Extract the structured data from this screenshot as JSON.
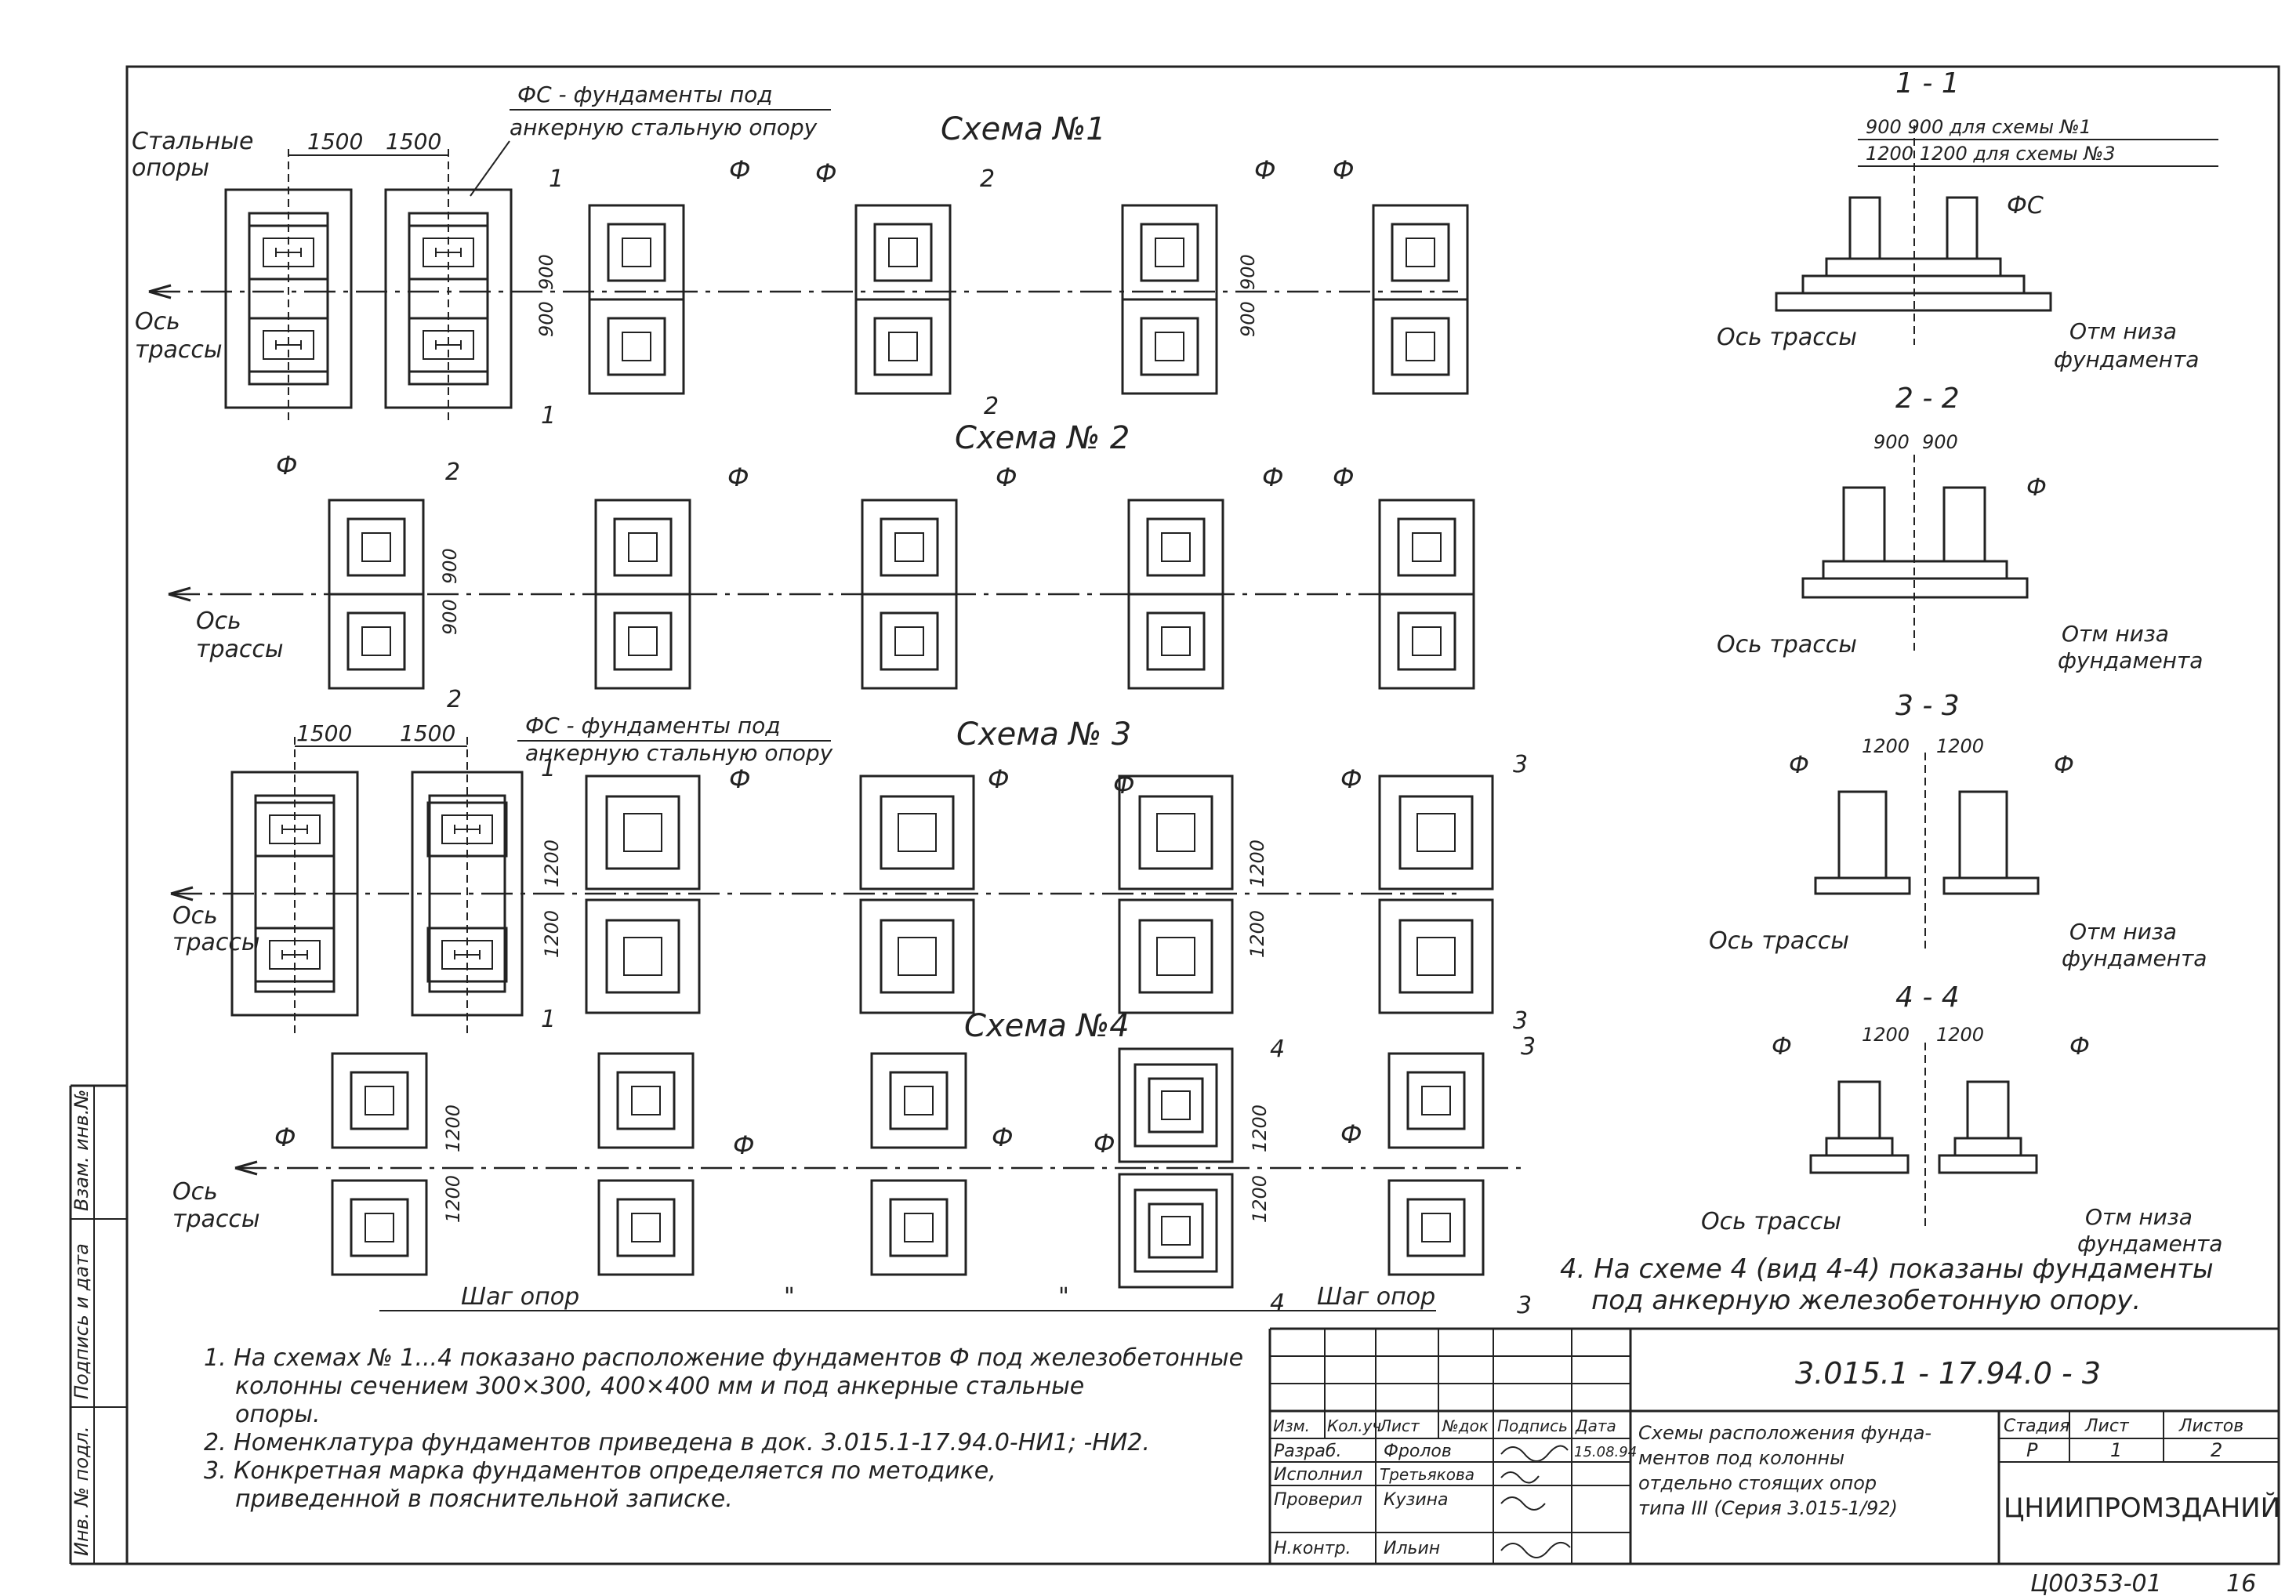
{
  "schemes": {
    "s1": "Схема №1",
    "s2": "Схема № 2",
    "s3": "Схема № 3",
    "s4": "Схема №4"
  },
  "labels": {
    "steel_supports": "Стальные",
    "steel_supports_2": "опоры",
    "fs_note_1": "ФС - фундаменты под",
    "fs_note_2": "анкерную стальную опору",
    "axis_1": "Ось",
    "axis_2": "трассы",
    "axis_full": "Ось трассы",
    "f": "Ф",
    "fs": "ФС",
    "support_step": "Шаг опор",
    "ditto": "\"",
    "bottom_mark_1": "Отм низа",
    "bottom_mark_2": "фундамента"
  },
  "dims": {
    "d1500": "1500",
    "d900": "900",
    "d1200": "1200",
    "sec1_row1": "900  900  для схемы №1",
    "sec1_row2": "1200  1200  для схемы №3"
  },
  "markers": {
    "m1": "1",
    "m2": "2",
    "m3": "3",
    "m4": "4"
  },
  "sections": {
    "s11": "1 - 1",
    "s22": "2 - 2",
    "s33": "3 - 3",
    "s44": "4 - 4"
  },
  "notes": {
    "n1a": "1. На схемах № 1...4 показано расположение фундаментов Ф под железобетонные",
    "n1b": "колонны сечением 300×300, 400×400 мм и под анкерные стальные",
    "n1c": "опоры.",
    "n2": "2. Номенклатура фундаментов приведена в док. 3.015.1-17.94.0-НИ1; -НИ2.",
    "n3a": "3. Конкретная марка фундаментов определяется по методике,",
    "n3b": "приведенной в пояснительной записке.",
    "n4a": "4. На схеме 4 (вид 4-4) показаны фундаменты",
    "n4b": "под анкерную железобетонную опору."
  },
  "stamp": {
    "code": "3.015.1 - 17.94.0 - 3",
    "headers": [
      "Изм.",
      "Кол.уч",
      "Лист",
      "№док",
      "Подпись",
      "Дата"
    ],
    "rows": [
      {
        "role": "Разраб.",
        "name": "Фролов",
        "date": "15.08.94"
      },
      {
        "role": "Исполнил",
        "name": "Третьякова",
        "date": ""
      },
      {
        "role": "Проверил",
        "name": "Кузина",
        "date": ""
      },
      {
        "role": "Н.контр.",
        "name": "Ильин",
        "date": ""
      }
    ],
    "title_1": "Схемы расположения фунда-",
    "title_2": "ментов под колонны",
    "title_3": "отдельно стоящих опор",
    "title_4": "типа III (Серия 3.015-1/92)",
    "stage_h": "Стадия",
    "sheet_h": "Лист",
    "sheets_h": "Листов",
    "stage": "Р",
    "sheet": "1",
    "sheets": "2",
    "org": "ЦНИИПРОМЗДАНИЙ"
  },
  "side": {
    "inv": "Инв. № подл.",
    "sign": "Подпись и дата",
    "vzam": "Взам. инв.№"
  },
  "footer": {
    "number": "Ц00353-01",
    "page": "16"
  }
}
